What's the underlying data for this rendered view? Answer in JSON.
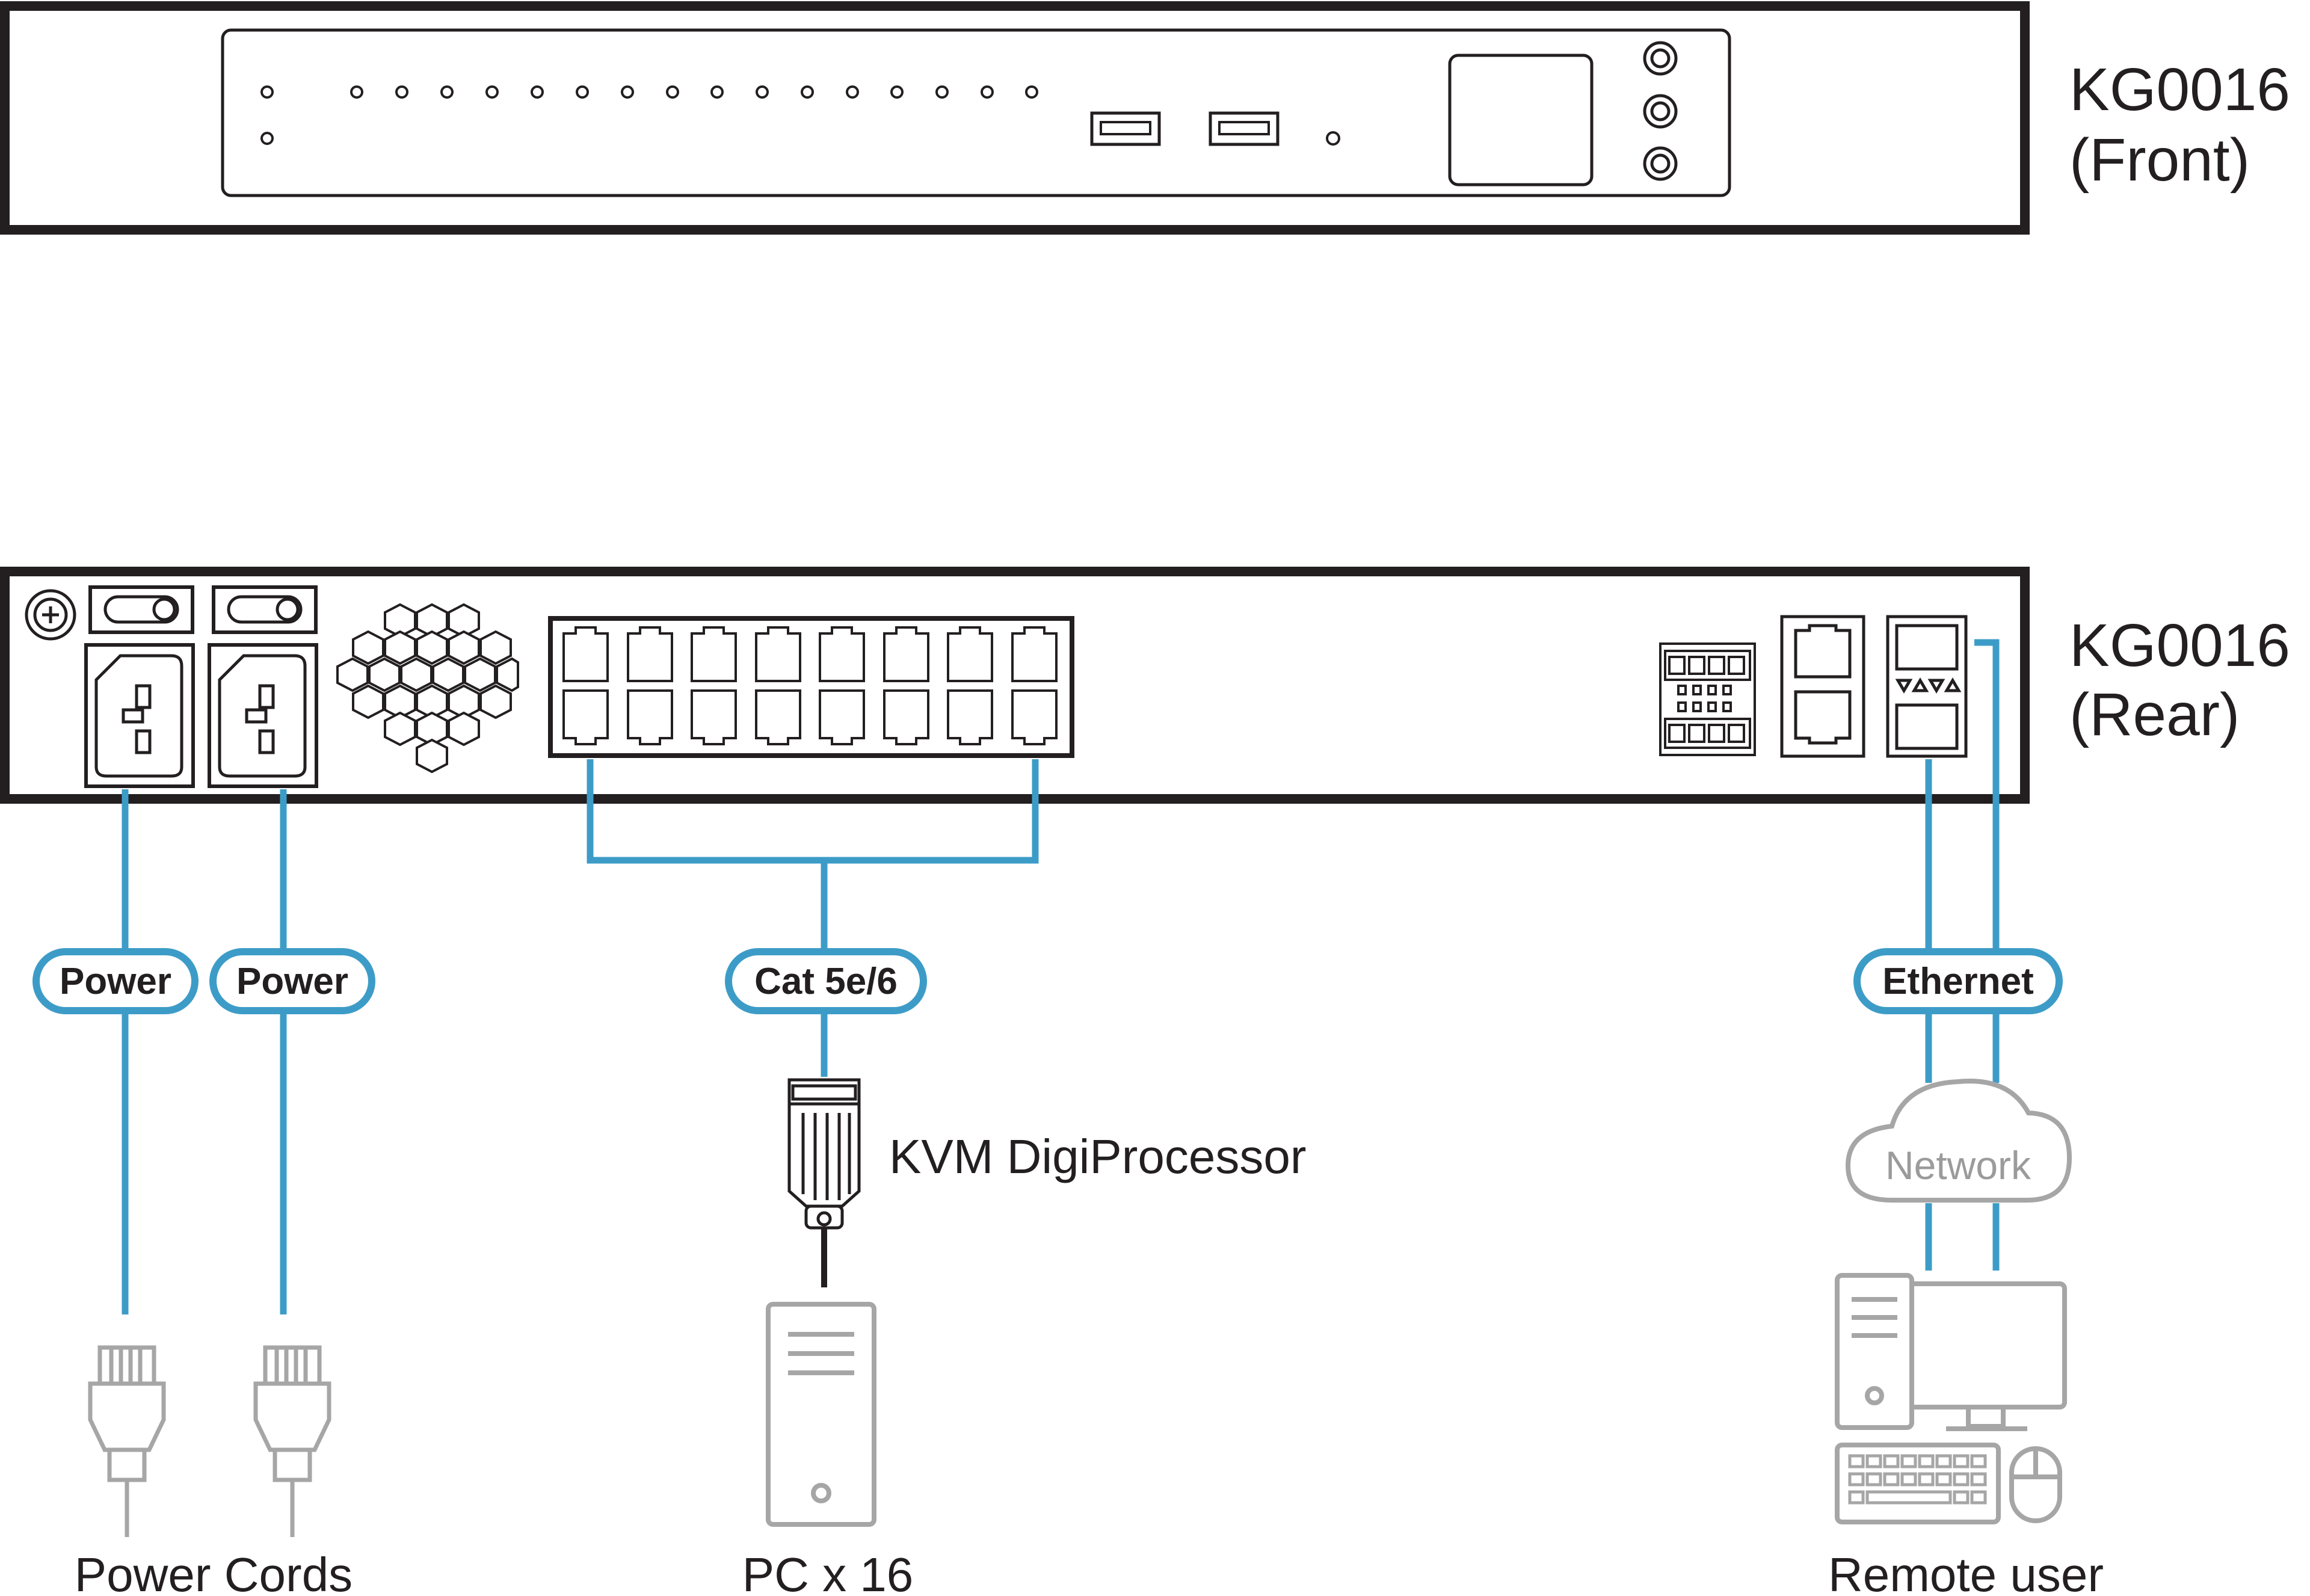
{
  "device": {
    "front_label_model": "KG0016",
    "front_label_side": "(Front)",
    "rear_label_model": "KG0016",
    "rear_label_side": "(Rear)"
  },
  "connections": {
    "power_1": "Power",
    "power_2": "Power",
    "cat": "Cat 5e/6",
    "ethernet": "Ethernet"
  },
  "devices": {
    "kvm_adapter": "KVM DigiProcessor",
    "network": "Network",
    "power_cords": "Power Cords",
    "pcs": "PC x 16",
    "remote_user": "Remote user"
  },
  "colors": {
    "cable": "#3d9cc7",
    "outline": "#231f20",
    "gray_device": "#a6a6a6"
  }
}
